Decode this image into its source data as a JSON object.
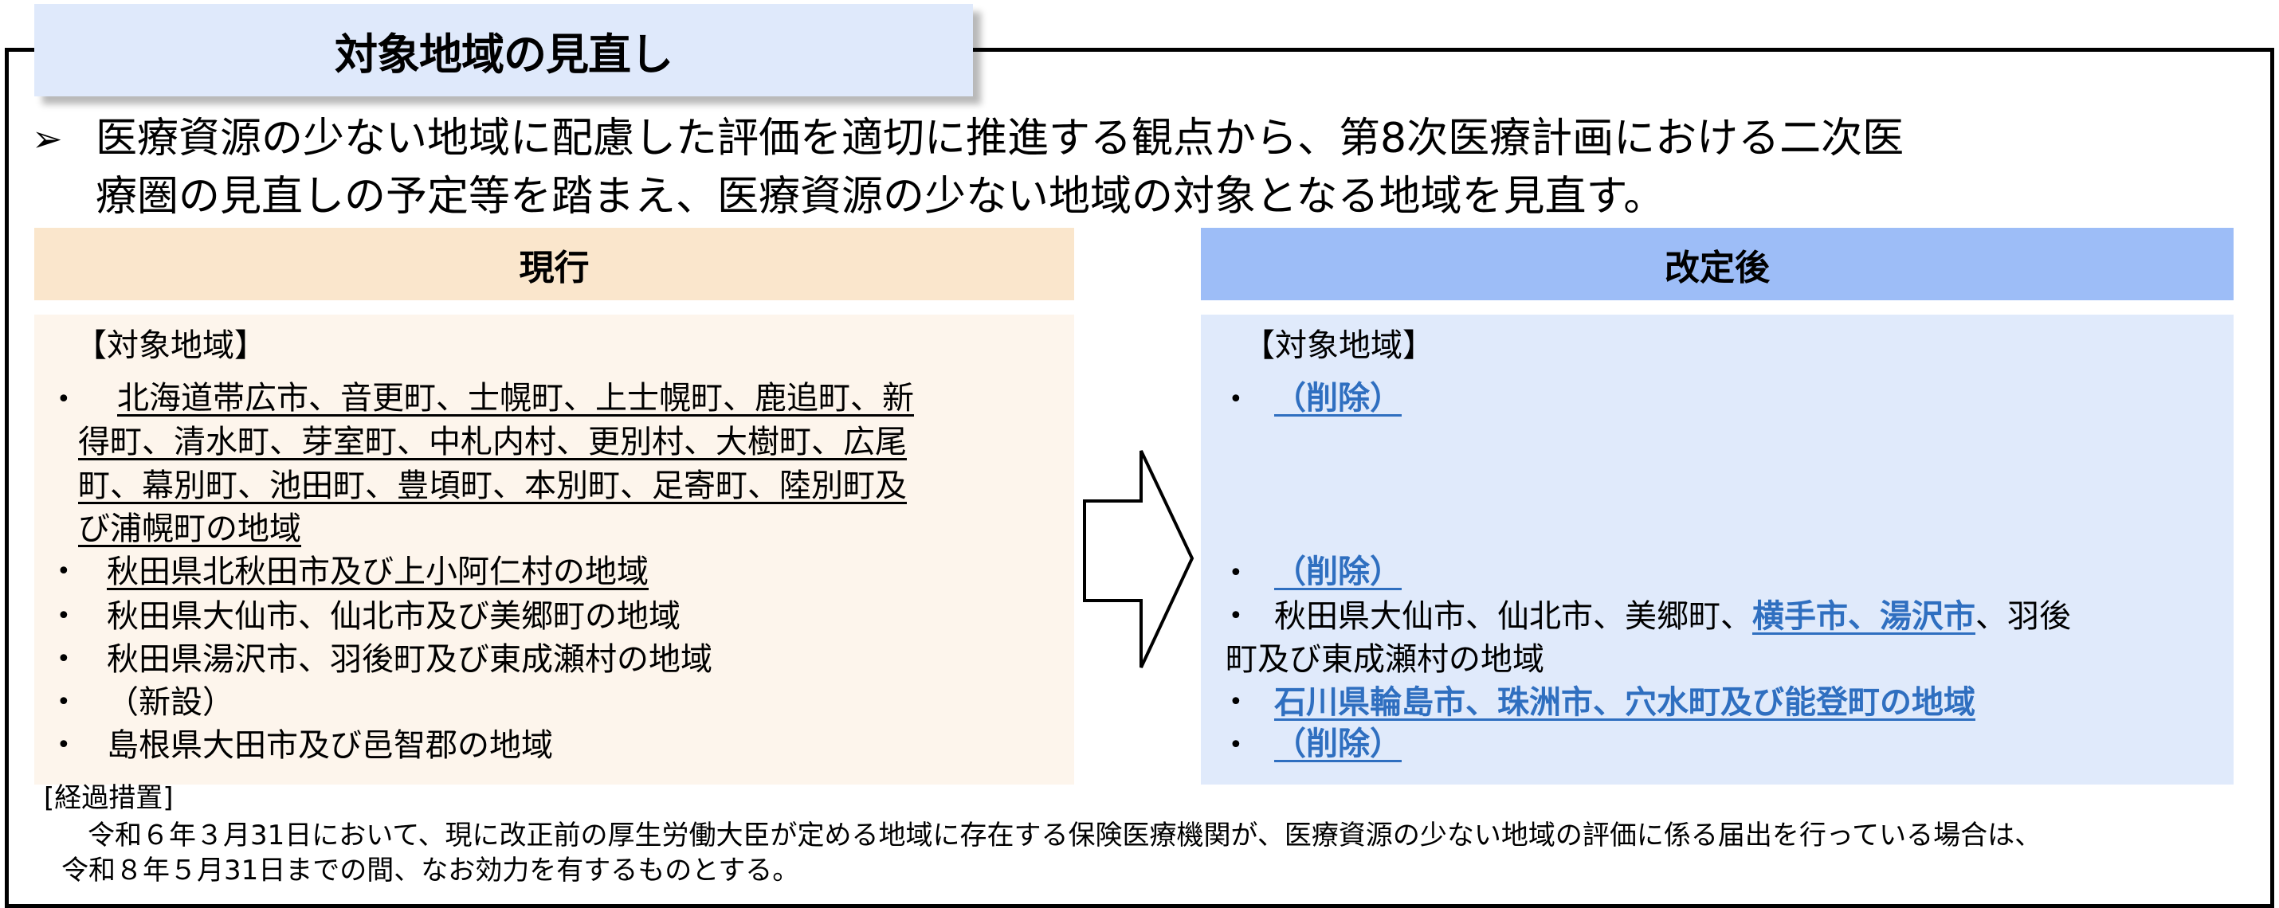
{
  "title": "対象地域の見直し",
  "intro": {
    "marker": "➢",
    "lines": [
      "医療資源の少ない地域に配慮した評価を適切に推進する観点から、第8次医療計画における二次医",
      "療圏の見直しの予定等を踏まえ、医療資源の少ない地域の対象となる地域を見直す。"
    ]
  },
  "current": {
    "header": "現行",
    "label": "【対象地域】",
    "bullet": "•",
    "item1_lines": [
      "北海道帯広市、音更町、士幌町、上士幌町、鹿追町、新",
      "得町、清水町、芽室町、中札内村、更別村、大樹町、広尾",
      "町、幕別町、池田町、豊頃町、本別町、足寄町、陸別町及",
      "び浦幌町の地域"
    ],
    "item2": "秋田県北秋田市及び上小阿仁村の地域",
    "item3": "秋田県大仙市、仙北市及び美郷町の地域",
    "item4": "秋田県湯沢市、羽後町及び東成瀬村の地域",
    "item5": "（新設）",
    "item6": "島根県大田市及び邑智郡の地域"
  },
  "revised": {
    "header": "改定後",
    "label": "【対象地域】",
    "deleted": "（削除）",
    "item3_pre": "秋田県大仙市、仙北市、美郷町、",
    "item3_added": "横手市、湯沢市",
    "item3_post": "、羽後",
    "item3_line2": "町及び東成瀬村の地域",
    "item4": "石川県輪島市、珠洲市、穴水町及び能登町の地域"
  },
  "transition": {
    "heading": "[経過措置]",
    "line1": "令和６年３月31日において、現に改正前の厚生労働大臣が定める地域に存在する保険医療機関が、医療資源の少ない地域の評価に係る届出を行っている場合は、",
    "line2": "令和８年５月31日までの間、なお効力を有するものとする。"
  },
  "colors": {
    "tab": "#dfe9fb",
    "current_header": "#fae6cc",
    "current_box": "#fdf5ec",
    "revised_header": "#9dbdf7",
    "revised_box": "#e0eafb",
    "accent_text": "#2f6fc0"
  }
}
